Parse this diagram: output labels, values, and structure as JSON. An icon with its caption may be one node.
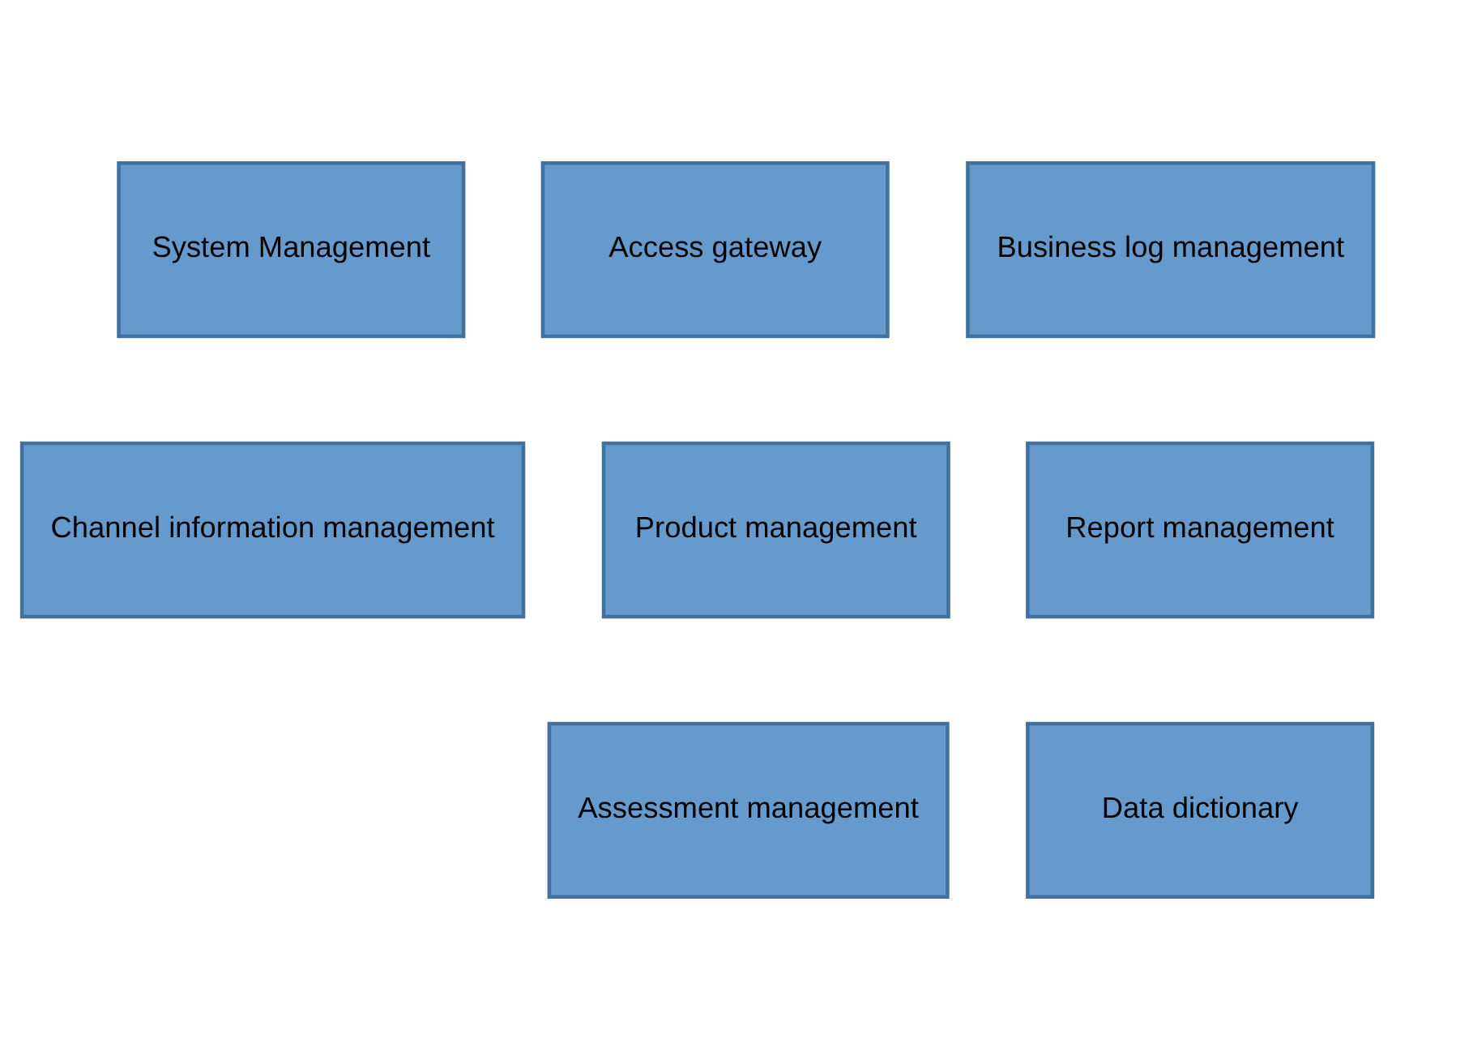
{
  "diagram": {
    "nodes": [
      {
        "text": [
          "System Management"
        ]
      },
      {
        "text": [
          "Access gateway"
        ]
      },
      {
        "text": [
          "Business log management"
        ]
      },
      {
        "text": [
          "Channel information management"
        ]
      },
      {
        "text": [
          "Product management"
        ]
      },
      {
        "text": [
          "Report management"
        ]
      },
      {
        "text": [
          "Assessment management"
        ]
      },
      {
        "text": [
          "Data dictionary"
        ]
      }
    ]
  }
}
